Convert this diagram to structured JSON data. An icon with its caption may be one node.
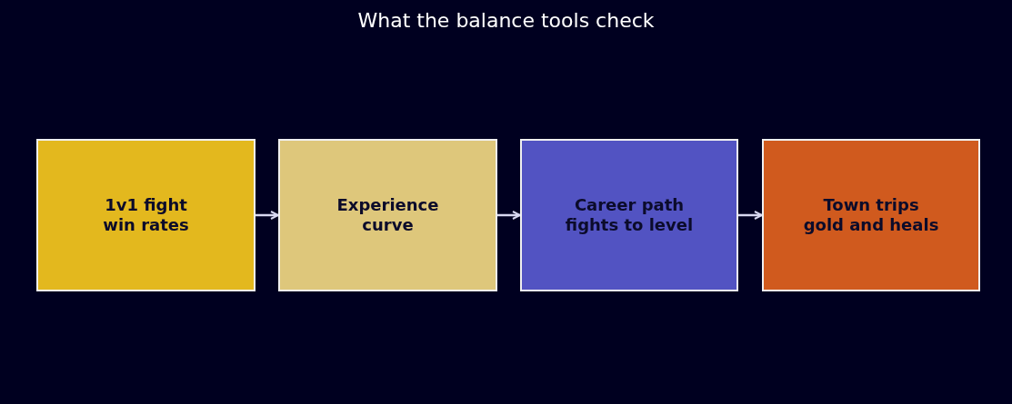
{
  "diagram": {
    "title": "What the balance tools check",
    "nodes": [
      {
        "text": [
          "1v1 fight",
          "win rates"
        ]
      },
      {
        "text": [
          "Experience",
          "curve"
        ]
      },
      {
        "text": [
          "Career path",
          "fights to level"
        ]
      },
      {
        "text": [
          "Town trips",
          "gold and heals"
        ]
      }
    ],
    "edges": [
      {
        "from": 0,
        "to": 1,
        "arrow": "to"
      },
      {
        "from": 1,
        "to": 2,
        "arrow": "to"
      },
      {
        "from": 2,
        "to": 3,
        "arrow": "to"
      }
    ]
  }
}
